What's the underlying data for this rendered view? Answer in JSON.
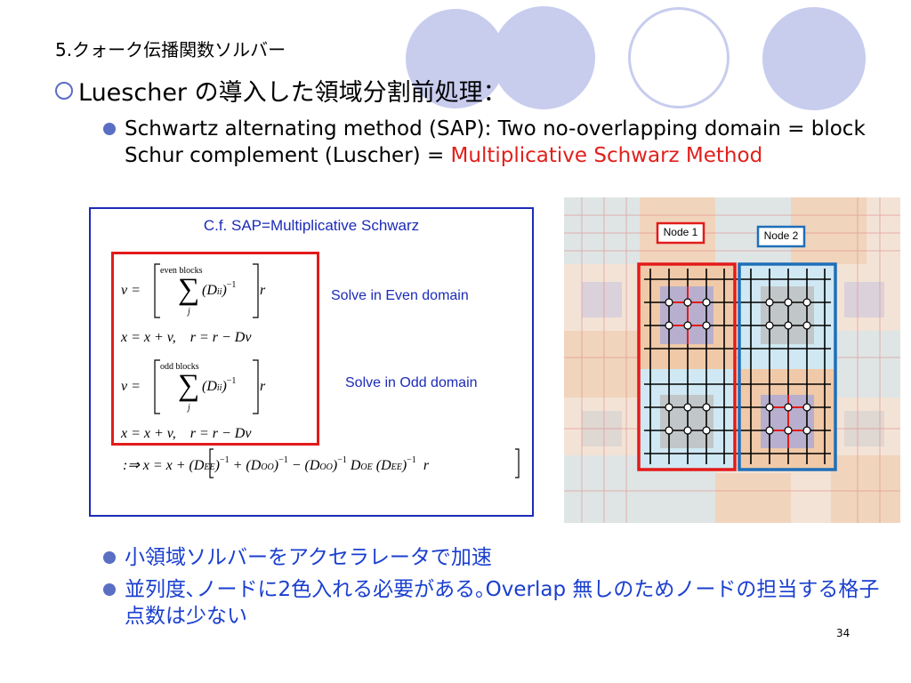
{
  "slide": {
    "title": "5.クォーク伝播関数ソルバー",
    "heading": "Luescher の導入した領域分割前処理：",
    "bullet1": {
      "text": "Schwartz alternating method (SAP): Two no-overlapping domain = block Schur complement  (Luscher) = ",
      "highlight": "Multiplicative Schwarz Method"
    },
    "bullet2": "小領域ソルバーをアクセラレータで加速",
    "bullet3": "並列度､ノードに2色入れる必要がある｡Overlap 無しのためノードの担当する格子点数は少ない",
    "page_number": "34"
  },
  "equations": {
    "box_title": "C.f. SAP=Multiplicative Schwarz",
    "even_label": "Solve in  Even domain",
    "odd_label": "Solve in Odd domain",
    "sum_even_top": "even blocks",
    "sum_odd_top": "odd blocks",
    "sum_index": "j"
  },
  "figure": {
    "node1_label": "Node 1",
    "node2_label": "Node 2"
  },
  "colors": {
    "accent_blue": "#1c2bb8",
    "highlight_red": "#e0201c",
    "bullet_blue": "#5a6ec4",
    "deco_circle": "#c8cdee"
  }
}
